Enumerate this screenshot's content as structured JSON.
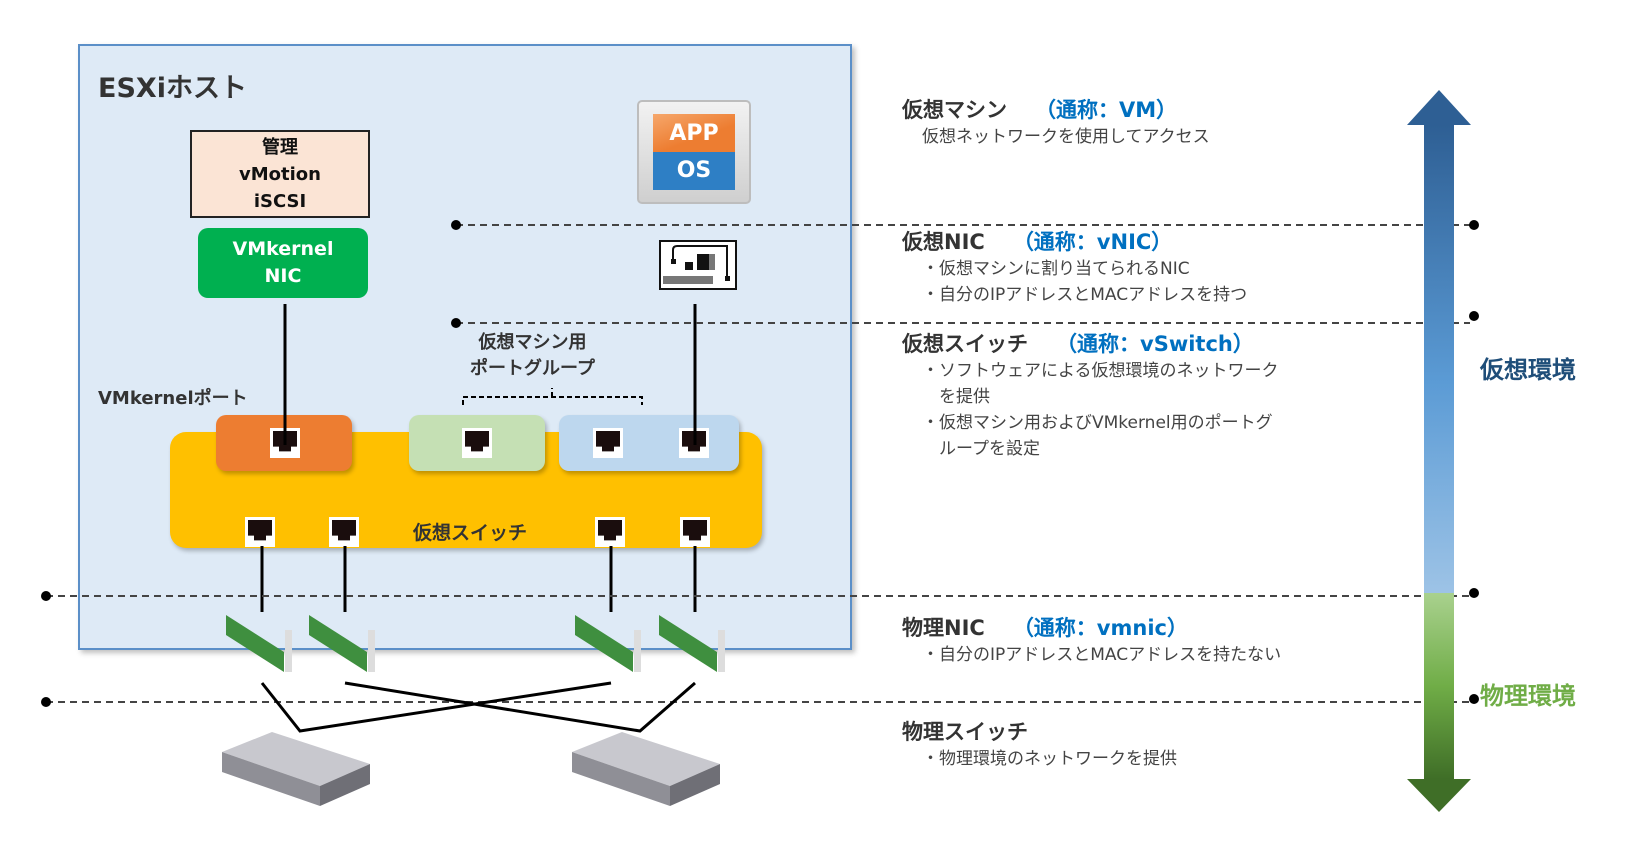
{
  "host": {
    "title": "ESXiホスト"
  },
  "mgmt_box": {
    "lines": [
      "管理",
      "vMotion",
      "iSCSI"
    ]
  },
  "vmkernel_nic": {
    "lines": [
      "VMkernel",
      "NIC"
    ]
  },
  "vm_icon": {
    "app": "APP",
    "os": "OS"
  },
  "labels": {
    "vmkernel_port": "VMkernelポート",
    "vm_portgroup": [
      "仮想マシン用",
      "ポートグループ"
    ],
    "vswitch": "仮想スイッチ"
  },
  "sections": [
    {
      "title": "仮想マシン",
      "alias": "（通称：VM）",
      "lines": [
        "仮想ネットワークを使用してアクセス"
      ]
    },
    {
      "title": "仮想NIC",
      "alias": "（通称：vNIC）",
      "lines": [
        "・仮想マシンに割り当てられるNIC",
        "・自分のIPアドレスとMACアドレスを持つ"
      ]
    },
    {
      "title": "仮想スイッチ",
      "alias": "（通称：vSwitch）",
      "lines": [
        "・ソフトウェアによる仮想環境のネットワーク",
        "　を提供",
        "・仮想マシン用およびVMkernel用のポートグ",
        "　ループを設定"
      ]
    },
    {
      "title": "物理NIC",
      "alias": "（通称：vmnic）",
      "lines": [
        "・自分のIPアドレスとMACアドレスを持たない"
      ]
    },
    {
      "title": "物理スイッチ",
      "alias": "",
      "lines": [
        "・物理環境のネットワークを提供"
      ]
    }
  ],
  "environment": {
    "virtual": "仮想環境",
    "physical": "物理環境",
    "virtual_color": "#2e75b6",
    "physical_color": "#70ad47"
  },
  "colors": {
    "host_bg": "#deeaf6",
    "vmkernel_nic": "#00b050",
    "vmkernel_portgroup": "#ed7d31",
    "vm_portgroup_1": "#c5e0b4",
    "vm_portgroup_2": "#bdd7ee",
    "vswitch": "#ffc000",
    "alias_text": "#0070c0"
  }
}
